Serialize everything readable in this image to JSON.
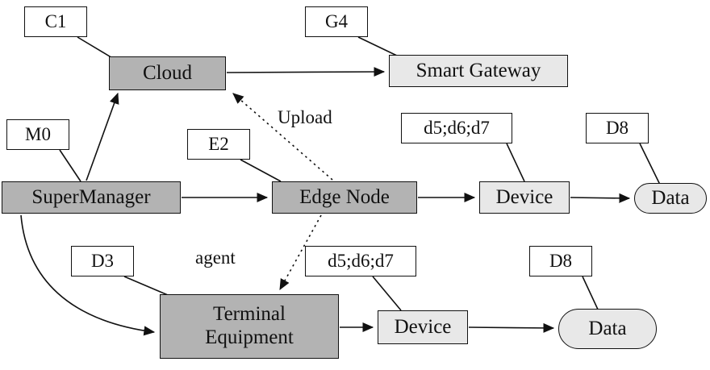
{
  "diagram": {
    "tags": {
      "c1": "C1",
      "g4": "G4",
      "m0": "M0",
      "e2": "E2",
      "d567_top": "d5;d6;d7",
      "d8_top": "D8",
      "d3": "D3",
      "d567_bottom": "d5;d6;d7",
      "d8_bottom": "D8"
    },
    "nodes": {
      "cloud": "Cloud",
      "smart_gateway": "Smart Gateway",
      "super_manager": "SuperManager",
      "edge_node": "Edge Node",
      "device_top": "Device",
      "data_top": "Data",
      "terminal_equipment": "Terminal Equipment",
      "device_bottom": "Device",
      "data_bottom": "Data"
    },
    "edge_labels": {
      "upload": "Upload",
      "agent": "agent"
    },
    "colors": {
      "node_dark": "#b3b3b3",
      "node_light": "#e8e8e8",
      "tag_background": "#ffffff",
      "stroke": "#111111",
      "background": "#ffffff"
    }
  }
}
